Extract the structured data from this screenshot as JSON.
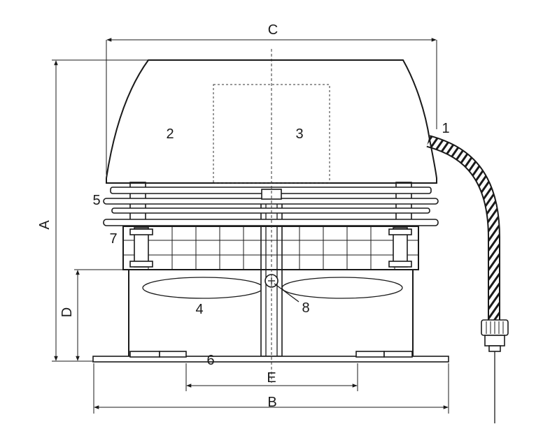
{
  "dimension_labels": {
    "A": "A",
    "B": "B",
    "C": "C",
    "D": "D",
    "E": "E"
  },
  "part_labels": {
    "p1": "1",
    "p2": "2",
    "p3": "3",
    "p4": "4",
    "p5": "5",
    "p6": "6",
    "p7": "7",
    "p8": "8"
  }
}
